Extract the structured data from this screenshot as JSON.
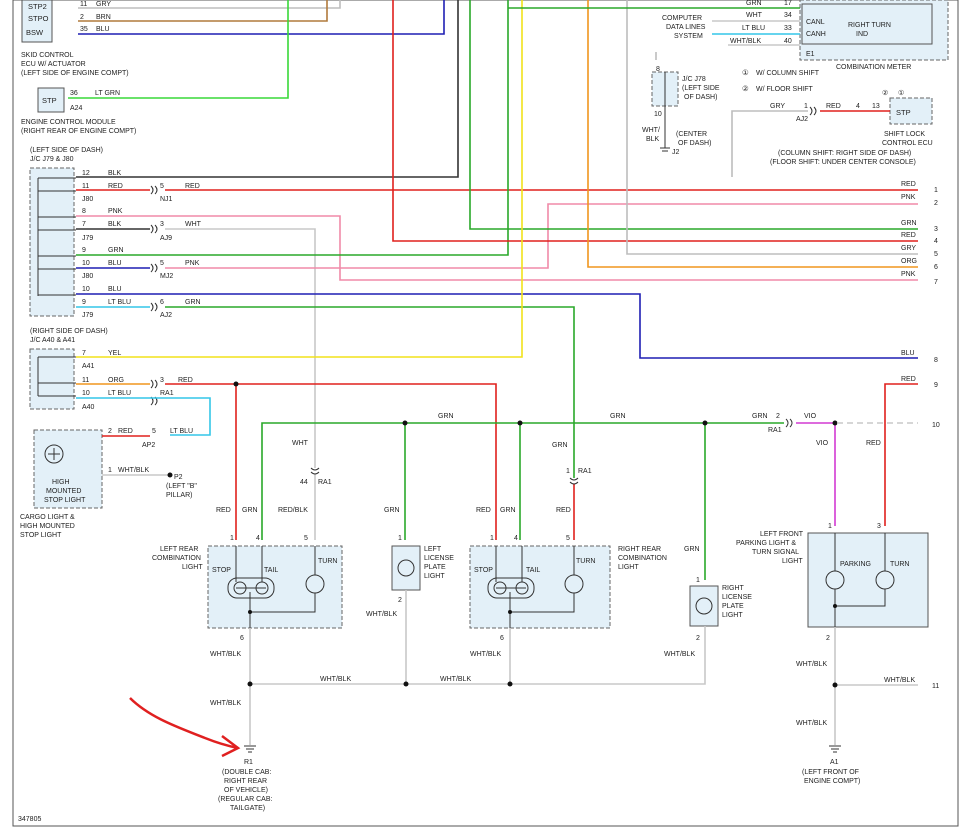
{
  "figure_id": "347805",
  "colors": {
    "red": "#e0211d",
    "green": "#2aa82a",
    "blue": "#1f1fb4",
    "pink": "#f08aa8",
    "yellow": "#f2e21a",
    "orange": "#f0961e",
    "ltblue": "#34c6e8",
    "ltgreen": "#39d839",
    "gray": "#bdbdbd",
    "violet": "#d23ad2",
    "brown": "#b07a3c",
    "black": "#333333"
  },
  "components": {
    "skid_ecu": {
      "pins": [
        "STP2",
        "STPO",
        "BSW"
      ],
      "pin_nums": [
        "11",
        "2",
        "35"
      ],
      "wires": [
        "GRY",
        "BRN",
        "BLU"
      ],
      "label1": "SKID CONTROL",
      "label2": "ECU W/ ACTUATOR",
      "label3": "(LEFT SIDE OF ENGINE COMPT)"
    },
    "ecm": {
      "pin": "STP",
      "pin_num": "36",
      "conn": "A24",
      "wire": "LT GRN",
      "label1": "ENGINE CONTROL MODULE",
      "label2": "(RIGHT REAR OF ENGINE COMPT)"
    },
    "computer_data": {
      "line1": "COMPUTER",
      "line2": "DATA LINES",
      "line3": "SYSTEM"
    },
    "meter": {
      "wires": [
        "GRN",
        "WHT",
        "LT BLU",
        "WHT/BLK"
      ],
      "pins": [
        "17",
        "34",
        "33",
        "40"
      ],
      "canl": "CANL",
      "canh": "CANH",
      "conn": "E1",
      "right_turn": "RIGHT TURN",
      "ind": "IND",
      "label": "COMBINATION METER"
    },
    "jc78": {
      "pin_top": "8",
      "pin_bot": "10",
      "label1": "J/C J78",
      "label2": "(LEFT SIDE",
      "label3": "OF DASH)",
      "wire": "WHT/",
      "wire2": "BLK",
      "center1": "(CENTER",
      "center2": "OF DASH)",
      "ground": "J2"
    },
    "legend": {
      "n1": "①",
      "t1": "W/ COLUMN SHIFT",
      "n2": "②",
      "t2": "W/ FLOOR SHIFT"
    },
    "shift_lock": {
      "wire": "GRY",
      "pin": "1",
      "wire2": "RED",
      "pin2a": "4",
      "pin2b": "13",
      "conn": "AJ2",
      "pin_label": "STP",
      "circ2": "②",
      "circ1": "①",
      "label1": "SHIFT LOCK",
      "label2": "CONTROL ECU",
      "label3": "(COLUMN SHIFT: RIGHT SIDE OF DASH)",
      "label4": "(FLOOR SHIFT: UNDER CENTER CONSOLE)"
    },
    "jc79": {
      "label1": "(LEFT SIDE OF DASH)",
      "label2": "J/C J79 & J80"
    },
    "jc40": {
      "label1": "(RIGHT SIDE OF DASH)",
      "label2": "J/C A40 & A41"
    },
    "hmsl": {
      "pin2": "2",
      "wire_red": "RED",
      "conn": "AP2",
      "pin5": "5",
      "wire_lb": "LT BLU",
      "pin1": "1",
      "wire_wb": "WHT/BLK",
      "ground": "P2",
      "ground_loc1": "(LEFT \"B\"",
      "ground_loc2": "PILLAR)",
      "l1": "HIGH",
      "l2": "MOUNTED",
      "l3": "STOP LIGHT",
      "c1": "CARGO LIGHT &",
      "c2": "HIGH MOUNTED",
      "c3": "STOP LIGHT"
    },
    "lr_comb": {
      "l1": "LEFT REAR",
      "l2": "COMBINATION",
      "l3": "LIGHT",
      "stop": "STOP",
      "tail": "TAIL",
      "turn": "TURN",
      "pins": [
        "1",
        "4",
        "5",
        "6"
      ],
      "wires": [
        "RED",
        "GRN",
        "RED/BLK"
      ]
    },
    "rr_comb": {
      "l1": "RIGHT REAR",
      "l2": "COMBINATION",
      "l3": "LIGHT",
      "stop": "STOP",
      "tail": "TAIL",
      "turn": "TURN",
      "pins": [
        "1",
        "4",
        "5",
        "6"
      ],
      "wires": [
        "RED",
        "GRN",
        "RED"
      ]
    },
    "l_lic": {
      "l1": "LEFT",
      "l2": "LICENSE",
      "l3": "PLATE",
      "l4": "LIGHT",
      "pin1": "1",
      "pin2": "2"
    },
    "r_lic": {
      "l1": "RIGHT",
      "l2": "LICENSE",
      "l3": "PLATE",
      "l4": "LIGHT",
      "pin1": "1",
      "pin2": "2"
    },
    "lf_park": {
      "l1": "LEFT FRONT",
      "l2": "PARKING LIGHT &",
      "l3": "TURN SIGNAL",
      "l4": "LIGHT",
      "parking": "PARKING",
      "turn": "TURN",
      "pins": [
        "1",
        "3",
        "2"
      ]
    },
    "ground_r1": {
      "id": "R1",
      "l1": "(DOUBLE CAB:",
      "l2": "RIGHT REAR",
      "l3": "OF VEHICLE)",
      "l4": "(REGULAR CAB:",
      "l5": "TAILGATE)"
    },
    "ground_a1": {
      "id": "A1",
      "l1": "(LEFT FRONT OF",
      "l2": "ENGINE COMPT)"
    }
  },
  "jc_rows": [
    {
      "pin": "12",
      "wire": "BLK",
      "conn": "",
      "conn2": "",
      "pin2": "",
      "wire2": ""
    },
    {
      "pin": "11",
      "wire": "RED",
      "conn": "J80",
      "conn2": "NJ1",
      "pin2": "5",
      "wire2": "RED"
    },
    {
      "pin": "8",
      "wire": "PNK",
      "conn": "",
      "conn2": "",
      "pin2": "",
      "wire2": ""
    },
    {
      "pin": "7",
      "wire": "BLK",
      "conn": "J79",
      "conn2": "AJ9",
      "pin2": "3",
      "wire2": "WHT"
    },
    {
      "pin": "9",
      "wire": "GRN",
      "conn": "",
      "conn2": "",
      "pin2": "",
      "wire2": ""
    },
    {
      "pin": "10",
      "wire": "BLU",
      "conn": "J80",
      "conn2": "MJ2",
      "pin2": "5",
      "wire2": "PNK"
    },
    {
      "pin": "10",
      "wire": "BLU",
      "conn": "",
      "conn2": "",
      "pin2": "",
      "wire2": ""
    },
    {
      "pin": "9",
      "wire": "LT BLU",
      "conn": "J79",
      "conn2": "AJ2",
      "pin2": "6",
      "wire2": "GRN"
    }
  ],
  "jc2_rows": [
    {
      "pin": "7",
      "wire": "YEL",
      "conn": "A41",
      "conn2": "",
      "pin2": "",
      "wire2": ""
    },
    {
      "pin": "11",
      "wire": "ORG",
      "conn": "",
      "conn2": "",
      "pin2": "3",
      "wire2": "RED"
    },
    {
      "pin": "10",
      "wire": "LT BLU",
      "conn": "A40",
      "conn2": "RA1",
      "pin2": "",
      "wire2": ""
    }
  ],
  "right_outputs": [
    {
      "wire": "RED",
      "num": "1"
    },
    {
      "wire": "PNK",
      "num": "2"
    },
    {
      "wire": "GRN",
      "num": "3"
    },
    {
      "wire": "RED",
      "num": "4"
    },
    {
      "wire": "GRY",
      "num": "5"
    },
    {
      "wire": "ORG",
      "num": "6"
    },
    {
      "wire": "PNK",
      "num": "7"
    },
    {
      "wire": "BLU",
      "num": "8"
    },
    {
      "wire": "RED",
      "num": "9"
    },
    {
      "wire": "",
      "num": "10"
    },
    {
      "wire": "WHT/BLK",
      "num": "11"
    }
  ],
  "misc": {
    "grn": "GRN",
    "red": "RED",
    "wht": "WHT",
    "whtblk": "WHT/BLK",
    "vio": "VIO",
    "redblk": "RED/BLK",
    "ra1": "RA1",
    "pin44": "44",
    "pin1": "1",
    "pin2": "2",
    "pin6": "6",
    "pin3": "3"
  }
}
